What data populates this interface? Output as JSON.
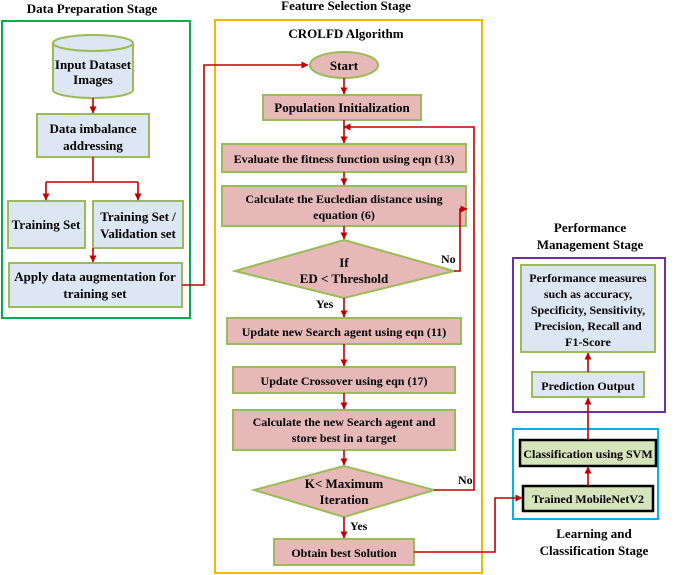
{
  "stages": {
    "data_preparation": "Data Preparation Stage",
    "feature_selection": "Feature Selection Stage",
    "performance_line1": "Performance",
    "performance_line2": "Management Stage",
    "learning_line1": "Learning and",
    "learning_line2": "Classification Stage"
  },
  "data_prep": {
    "input_line1": "Input Dataset",
    "input_line2": "Images",
    "imbalance_line1": "Data imbalance",
    "imbalance_line2": "addressing",
    "training_set": "Training Set",
    "validation_line1": "Training Set /",
    "validation_line2": "Validation set",
    "augment_line1": "Apply data augmentation for",
    "augment_line2": "training set"
  },
  "crolfd": {
    "title": "CROLFD Algorithm",
    "start": "Start",
    "population": "Population Initialization",
    "fitness": "Evaluate the fitness function using eqn (13)",
    "euclid_line1": "Calculate the Eucledian distance using",
    "euclid_line2": "equation (6)",
    "decision1_line1": "If",
    "decision1_line2": "ED < Threshold",
    "yes1": "Yes",
    "no1": "No",
    "update_agent": "Update new Search agent using eqn (11)",
    "update_crossover": "Update Crossover using eqn (17)",
    "calc_line1": "Calculate the new Search agent and",
    "calc_line2": "store best in a target",
    "decision2_line1": "K< Maximum",
    "decision2_line2": "Iteration",
    "yes2": "Yes",
    "no2": "No",
    "best": "Obtain best Solution"
  },
  "learning": {
    "mobilenet": "Trained MobileNetV2",
    "svm": "Classification using SVM"
  },
  "performance": {
    "prediction": "Prediction Output",
    "measures_line1": "Performance measures",
    "measures_line2": "such as accuracy,",
    "measures_line3": "Specificity, Sensitivity,",
    "measures_line4": "Precision, Recall and",
    "measures_line5": "F1-Score"
  },
  "colors": {
    "data_prep_border": "#00b050",
    "feature_border": "#f5b800",
    "performance_border": "#7030a0",
    "learning_border": "#00b0f0",
    "arrow": "#c00000",
    "blue_fill": "#dde7f3",
    "pink_fill": "#e6b9b8",
    "green_fill": "#d6e4bc"
  }
}
